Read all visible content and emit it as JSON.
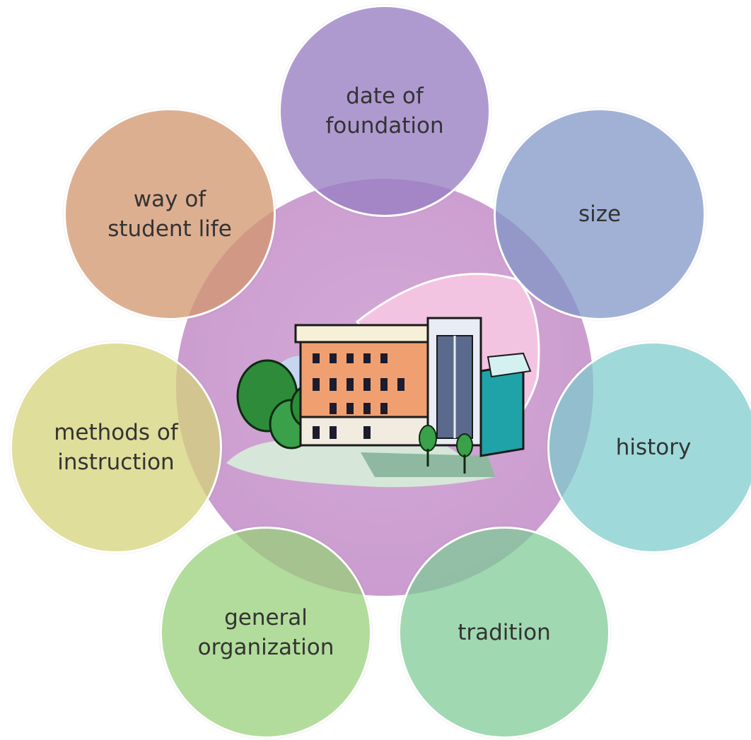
{
  "diagram": {
    "center": {
      "icon": "university-building-icon",
      "color": "#cda0d1"
    },
    "satellites": [
      {
        "id": "date",
        "label": "date of\nfoundation",
        "color": "rgba(152,126,195,0.78)"
      },
      {
        "id": "size",
        "label": "size",
        "color": "rgba(128,150,198,0.74)"
      },
      {
        "id": "history",
        "label": "history",
        "color": "rgba(124,203,204,0.72)"
      },
      {
        "id": "tradition",
        "label": "tradition",
        "color": "rgba(126,202,150,0.74)"
      },
      {
        "id": "organization",
        "label": "general\norganization",
        "color": "rgba(151,208,120,0.74)"
      },
      {
        "id": "methods",
        "label": "methods of\ninstruction",
        "color": "rgba(212,210,120,0.74)"
      },
      {
        "id": "student-life",
        "label": "way of\nstudent life",
        "color": "rgba(210,150,110,0.76)"
      }
    ]
  }
}
